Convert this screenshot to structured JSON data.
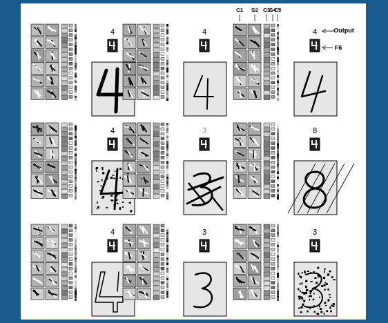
{
  "diagram": {
    "labels": [
      "C1",
      "S2",
      "C3",
      "S4",
      "C5",
      "Output",
      "F6",
      "4",
      "4",
      "4",
      "4",
      "3",
      "8",
      "4",
      "3",
      "3"
    ]
  }
}
